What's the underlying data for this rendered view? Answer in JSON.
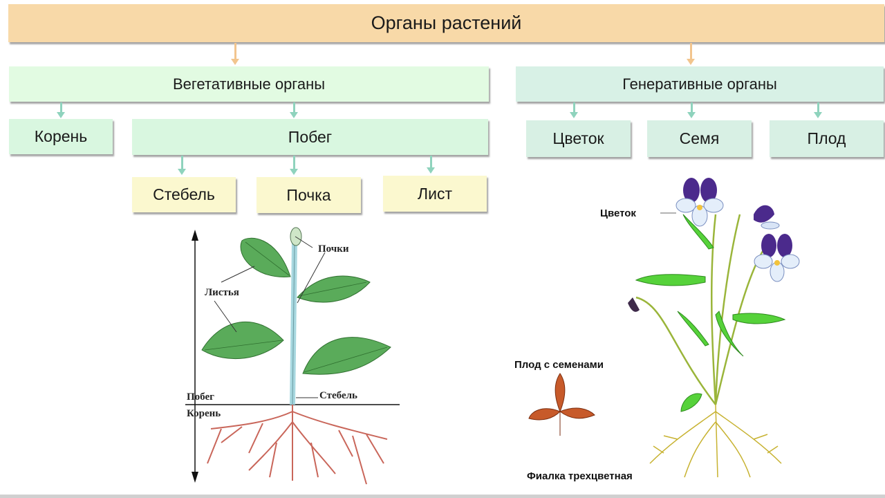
{
  "diagram": {
    "title": "Органы растений",
    "vegetative": {
      "label": "Вегетативные органы",
      "children": [
        {
          "label": "Корень"
        },
        {
          "label": "Побег",
          "children": [
            {
              "label": "Стебель"
            },
            {
              "label": "Почка"
            },
            {
              "label": "Лист"
            }
          ]
        }
      ]
    },
    "generative": {
      "label": "Генеративные органы",
      "children": [
        {
          "label": "Цветок"
        },
        {
          "label": "Семя"
        },
        {
          "label": "Плод"
        }
      ]
    }
  },
  "plant_illustration": {
    "labels": {
      "buds": "Почки",
      "leaves": "Листья",
      "shoot": "Побег",
      "stem": "Стебель",
      "root": "Корень"
    }
  },
  "violet_illustration": {
    "labels": {
      "flower": "Цветок",
      "fruit": "Плод с семенами",
      "species": "Фиалка трехцветная"
    }
  },
  "colors": {
    "title_bg": "#f8d9a8",
    "vegetative_bg": "#e2fbe2",
    "generative_bg": "#d8f1e6",
    "shoot_parts_bg": "#fbf8cf",
    "arrow_orange": "#f2c58e",
    "arrow_teal": "#8fd3bd"
  }
}
